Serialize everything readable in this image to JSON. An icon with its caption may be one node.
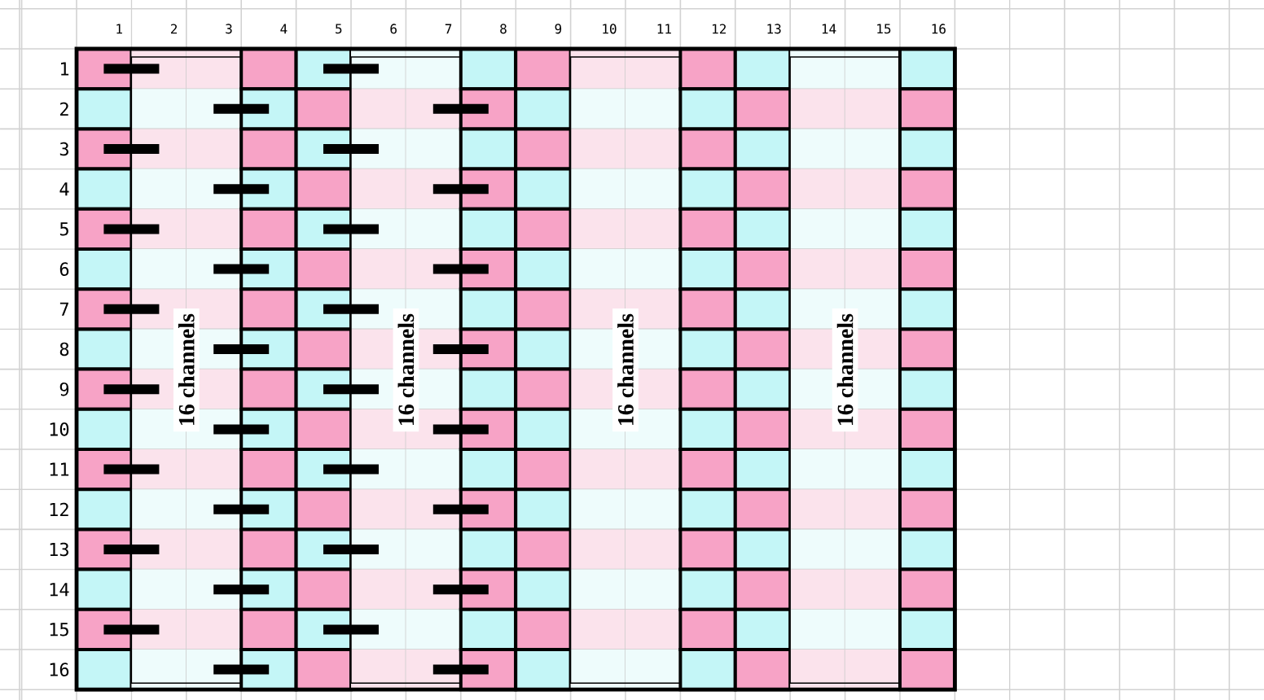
{
  "diagram": {
    "nodes": [
      {
        "text": [
          "16 channels"
        ]
      },
      {
        "text": [
          "16 channels"
        ]
      },
      {
        "text": [
          "16 channels"
        ]
      },
      {
        "text": [
          "16 channels"
        ]
      }
    ],
    "labels": [
      "1",
      "2",
      "3",
      "4",
      "5",
      "6",
      "7",
      "8",
      "9",
      "10",
      "11",
      "12",
      "13",
      "14",
      "15",
      "16",
      "1",
      "2",
      "3",
      "4",
      "5",
      "6",
      "7",
      "8",
      "9",
      "10",
      "11",
      "12",
      "13",
      "14",
      "15",
      "16"
    ]
  }
}
